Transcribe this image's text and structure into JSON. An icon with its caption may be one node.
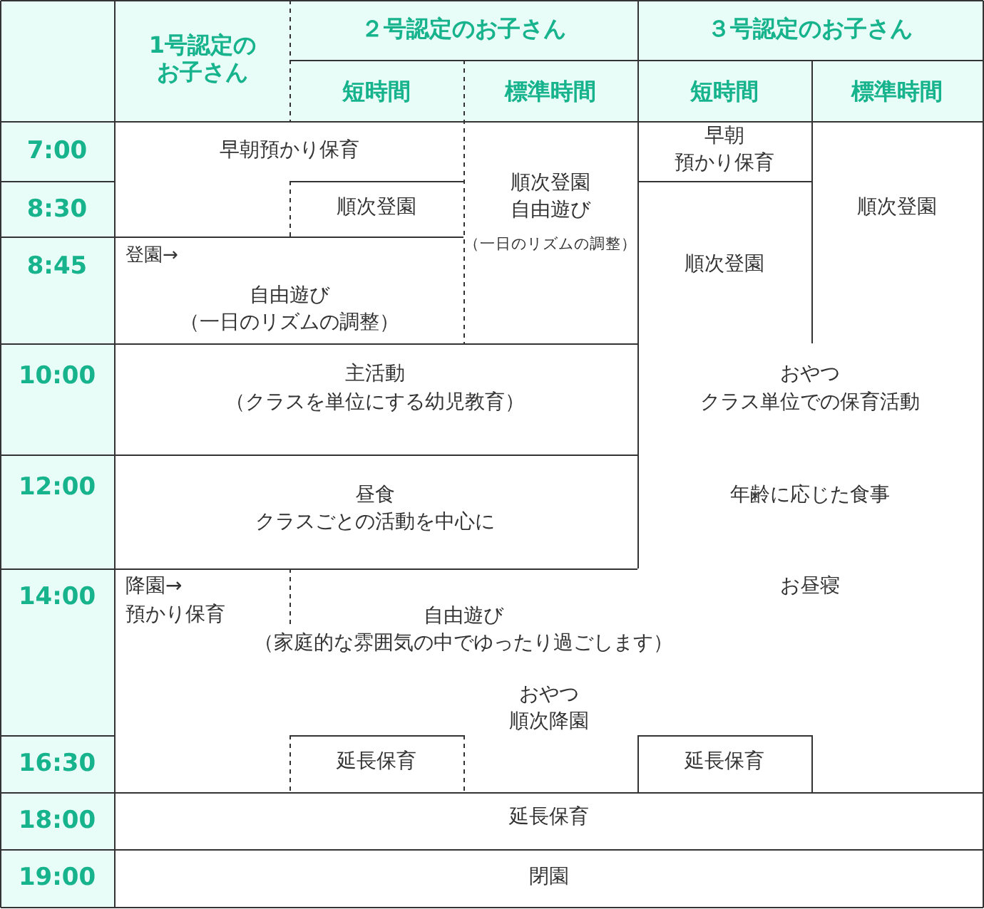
{
  "diagram": {
    "nodes": [
      {
        "text": [],
        "shape": "box"
      },
      {
        "text": [
          "1号認定のお子さん"
        ]
      },
      {
        "text": [
          "２号認定のお子さん"
        ]
      },
      {
        "text": [
          "３号認定のお子さん"
        ]
      },
      {
        "text": [
          "短時間"
        ]
      },
      {
        "text": [
          "標準時間"
        ]
      },
      {
        "text": [
          "短時間"
        ]
      },
      {
        "text": [
          "標準時間"
        ]
      },
      {
        "text": [
          "7:00"
        ]
      },
      {
        "text": [
          "早朝預かり保育"
        ]
      },
      {
        "text": [
          "順次登園",
          "自由遊び",
          "（一日のリズムの調整）"
        ]
      },
      {
        "text": [
          "早朝",
          "預かり保育"
        ]
      },
      {
        "text": [
          "順次登園"
        ]
      },
      {
        "text": [
          "8:30"
        ]
      },
      {
        "text": [
          "順次登園"
        ]
      },
      {
        "text": [
          "順次登園"
        ]
      },
      {
        "text": [
          "8:45"
        ]
      },
      {
        "text": [
          "登園→",
          "自由遊び",
          "（一日のリズムの調整）"
        ]
      },
      {
        "text": [
          "10:00"
        ]
      },
      {
        "text": [
          "主活動",
          "（クラスを単位にする幼児教育）"
        ]
      },
      {
        "text": [
          "おやつ",
          "クラス単位での保育活動"
        ]
      },
      {
        "text": [
          "12:00"
        ]
      },
      {
        "text": [
          "昼食",
          "クラスごとの活動を中心に"
        ]
      },
      {
        "text": [
          "年齢に応じた食事"
        ]
      },
      {
        "text": [
          "14:00"
        ]
      },
      {
        "text": [
          "降園→",
          "預かり保育"
        ]
      },
      {
        "text": [
          "お昼寝"
        ]
      },
      {
        "text": [
          "自由遊び",
          "（家庭的な雰囲気の中でゆったり過ごします）"
        ]
      },
      {
        "text": [
          "おやつ",
          "順次降園"
        ]
      },
      {
        "text": [
          "16:30"
        ]
      },
      {
        "text": [
          "延長保育"
        ]
      },
      {
        "text": [
          "延長保育"
        ]
      },
      {
        "text": [
          "18:00"
        ]
      },
      {
        "text": [
          "延長保育"
        ]
      },
      {
        "text": [
          "19:00"
        ]
      },
      {
        "text": [
          "閉園"
        ]
      }
    ]
  }
}
